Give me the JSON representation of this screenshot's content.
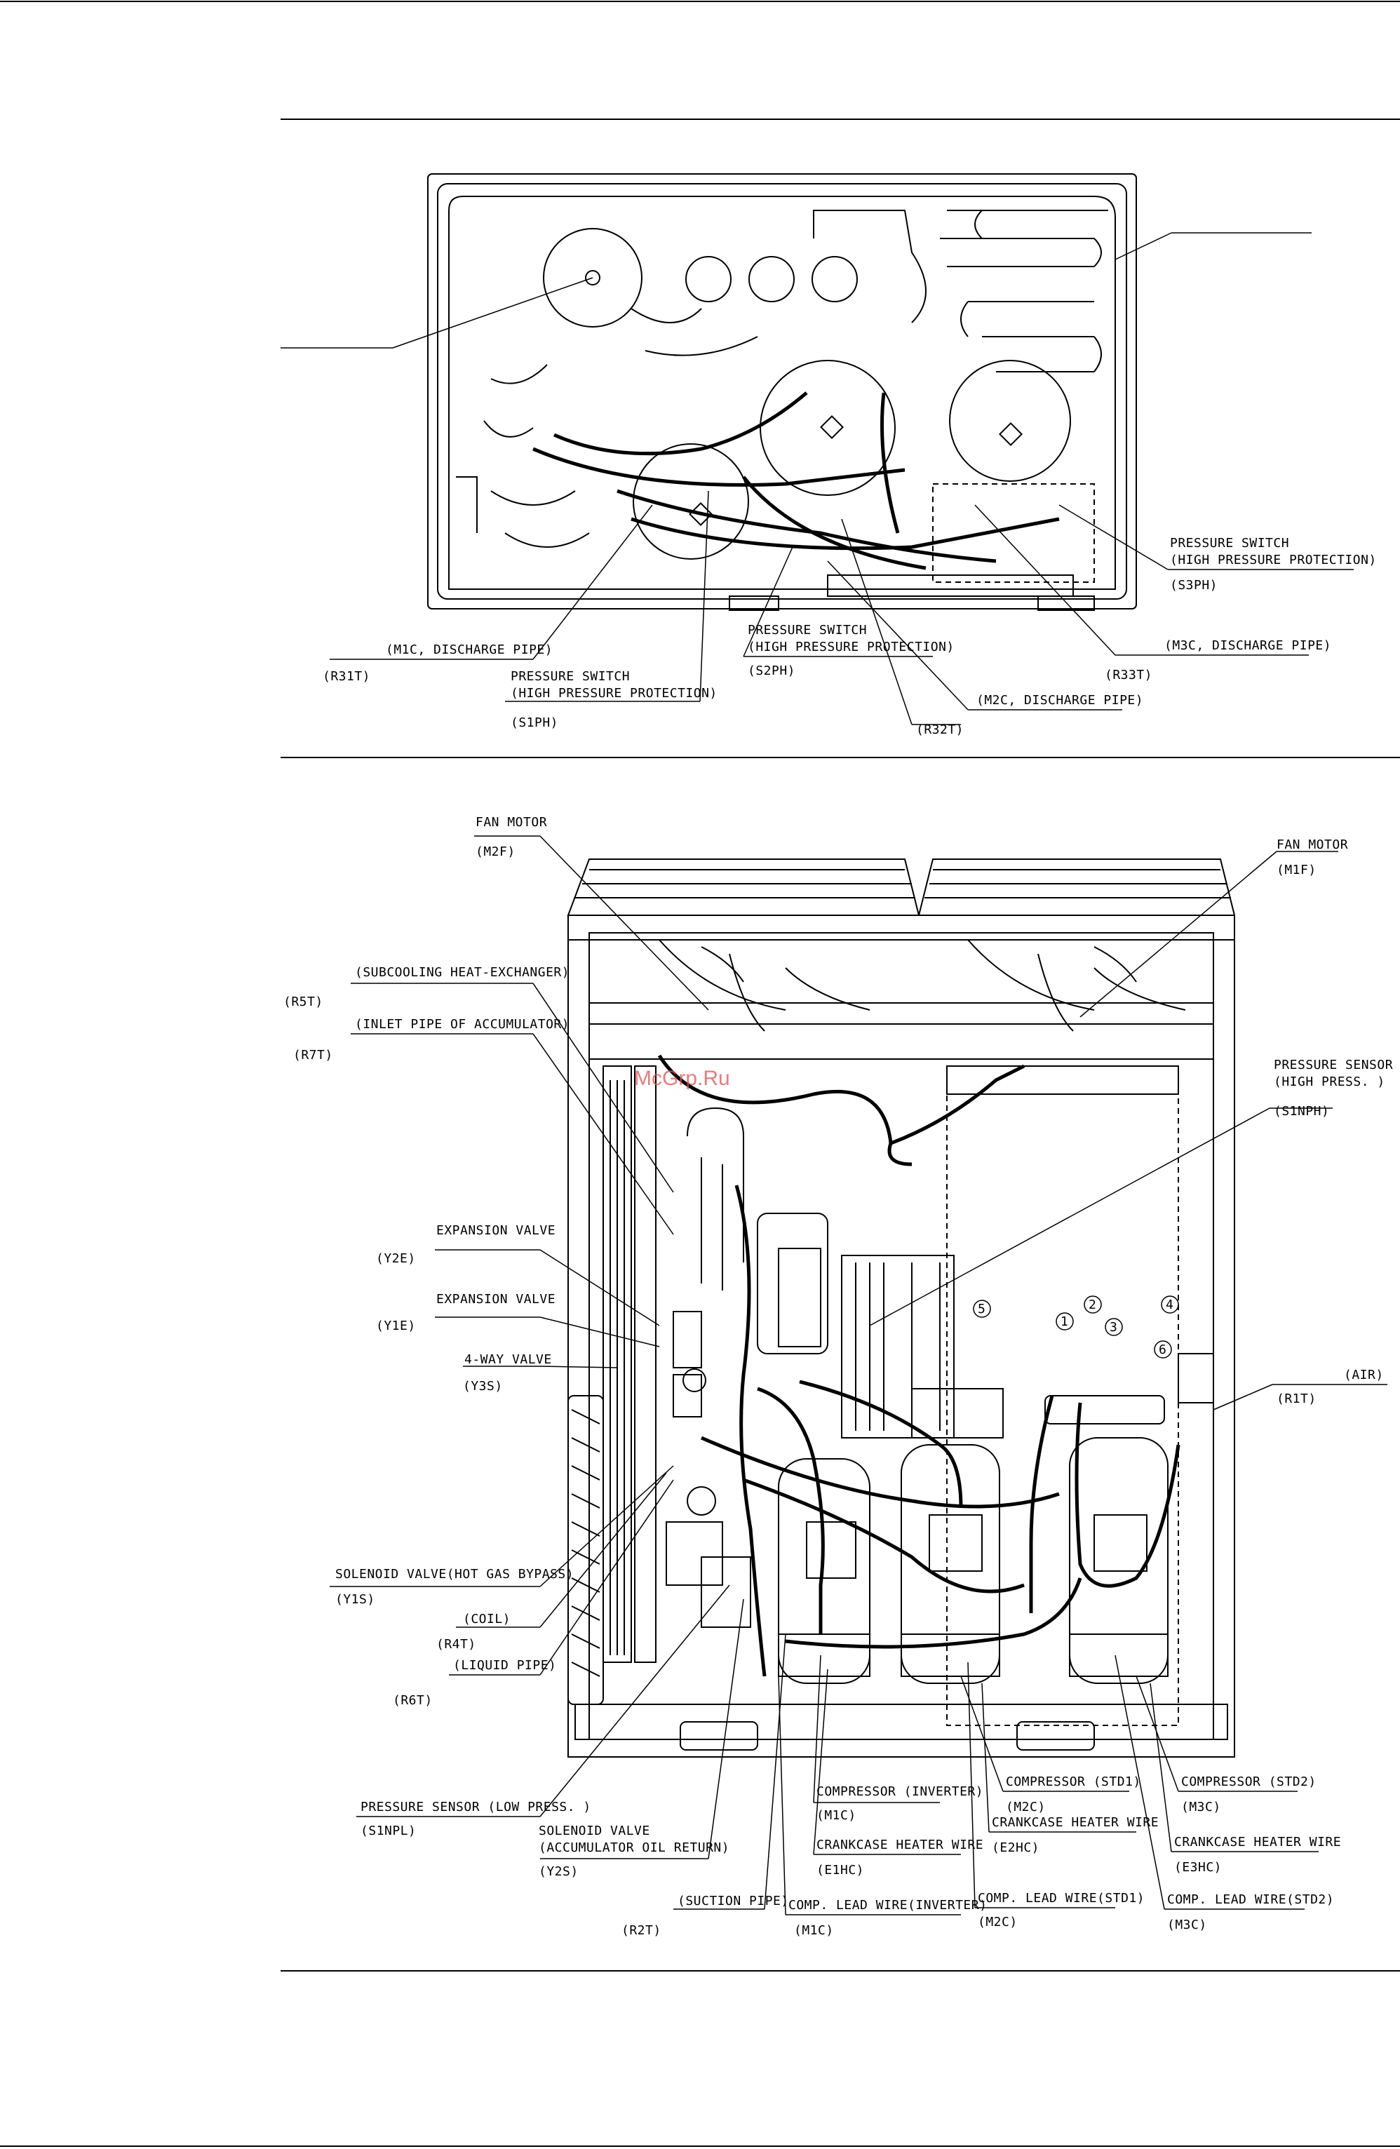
{
  "watermark": "McGrp.Ru",
  "top_view": {
    "labels": {
      "s3ph_title1": "PRESSURE SWITCH",
      "s3ph_title2": "(HIGH PRESSURE PROTECTION)",
      "s3ph_code": "(S3PH)",
      "s2ph_title1": "PRESSURE SWITCH",
      "s2ph_title2": "(HIGH PRESSURE PROTECTION)",
      "s2ph_code": "(S2PH)",
      "m3c_pipe": "(M3C, DISCHARGE PIPE)",
      "r33t": "(R33T)",
      "m1c_pipe": "(M1C, DISCHARGE PIPE)",
      "r31t": "(R31T)",
      "s1ph_title1": "PRESSURE SWITCH",
      "s1ph_title2": "(HIGH PRESSURE PROTECTION)",
      "s1ph_code": "(S1PH)",
      "m2c_pipe": "(M2C, DISCHARGE PIPE)",
      "r32t": "(R32T)"
    }
  },
  "front_view": {
    "labels": {
      "fan_m2f_title": "FAN MOTOR",
      "fan_m2f_code": "(M2F)",
      "fan_m1f_title": "FAN MOTOR",
      "fan_m1f_code": "(M1F)",
      "r5t_title": "(SUBCOOLING HEAT-EXCHANGER)",
      "r5t_code": "(R5T)",
      "r7t_title": "(INLET PIPE OF ACCUMULATOR)",
      "r7t_code": "(R7T)",
      "s1nph_title1": "PRESSURE SENSOR",
      "s1nph_title2": "(HIGH PRESS. )",
      "s1nph_code": "(S1NPH)",
      "y2e_title": "EXPANSION VALVE",
      "y2e_code": "(Y2E)",
      "y1e_title": "EXPANSION VALVE",
      "y1e_code": "(Y1E)",
      "y3s_title": "4-WAY VALVE",
      "y3s_code": "(Y3S)",
      "r1t_title": "(AIR)",
      "r1t_code": "(R1T)",
      "y1s_title": "SOLENOID VALVE(HOT GAS BYPASS)",
      "y1s_code": "(Y1S)",
      "r4t_title": "(COIL)",
      "r4t_code": "(R4T)",
      "r6t_title": "(LIQUID PIPE)",
      "r6t_code": "(R6T)",
      "s1npl_title": "PRESSURE SENSOR (LOW PRESS. )",
      "s1npl_code": "(S1NPL)",
      "y2s_title1": "SOLENOID VALVE",
      "y2s_title2": "(ACCUMULATOR OIL RETURN)",
      "y2s_code": "(Y2S)",
      "r2t_title": "(SUCTION PIPE)",
      "r2t_code": "(R2T)",
      "m1c_title": "COMPRESSOR (INVERTER)",
      "m1c_code": "(M1C)",
      "e1hc_title": "CRANKCASE HEATER WIRE",
      "e1hc_code": "(E1HC)",
      "m1c_lead_title": "COMP. LEAD WIRE(INVERTER)",
      "m1c_lead_code": "(M1C)",
      "m2c_title": "COMPRESSOR (STD1)",
      "m2c_code": "(M2C)",
      "e2hc_title": "CRANKCASE HEATER WIRE",
      "e2hc_code": "(E2HC)",
      "m2c_lead_title": "COMP. LEAD WIRE(STD1)",
      "m2c_lead_code": "(M2C)",
      "m3c_title": "COMPRESSOR (STD2)",
      "m3c_code": "(M3C)",
      "e3hc_title": "CRANKCASE HEATER WIRE",
      "e3hc_code": "(E3HC)",
      "m3c_lead_title": "COMP. LEAD WIRE(STD2)",
      "m3c_lead_code": "(M3C)",
      "c1": "1",
      "c2": "2",
      "c3": "3",
      "c4": "4",
      "c5": "5",
      "c6": "6"
    }
  }
}
